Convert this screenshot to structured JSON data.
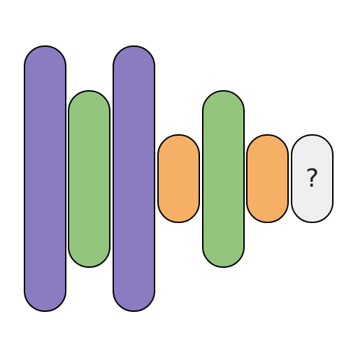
{
  "colors": {
    "purple": "#8b7cc2",
    "green": "#93c57f",
    "orange": "#f6b066",
    "unknown": "#efefef",
    "outline": "#000000"
  },
  "sequence": [
    {
      "color": "purple"
    },
    {
      "color": "green"
    },
    {
      "color": "purple"
    },
    {
      "color": "orange"
    },
    {
      "color": "green"
    },
    {
      "color": "orange"
    },
    {
      "color": "unknown",
      "label": "?"
    }
  ]
}
